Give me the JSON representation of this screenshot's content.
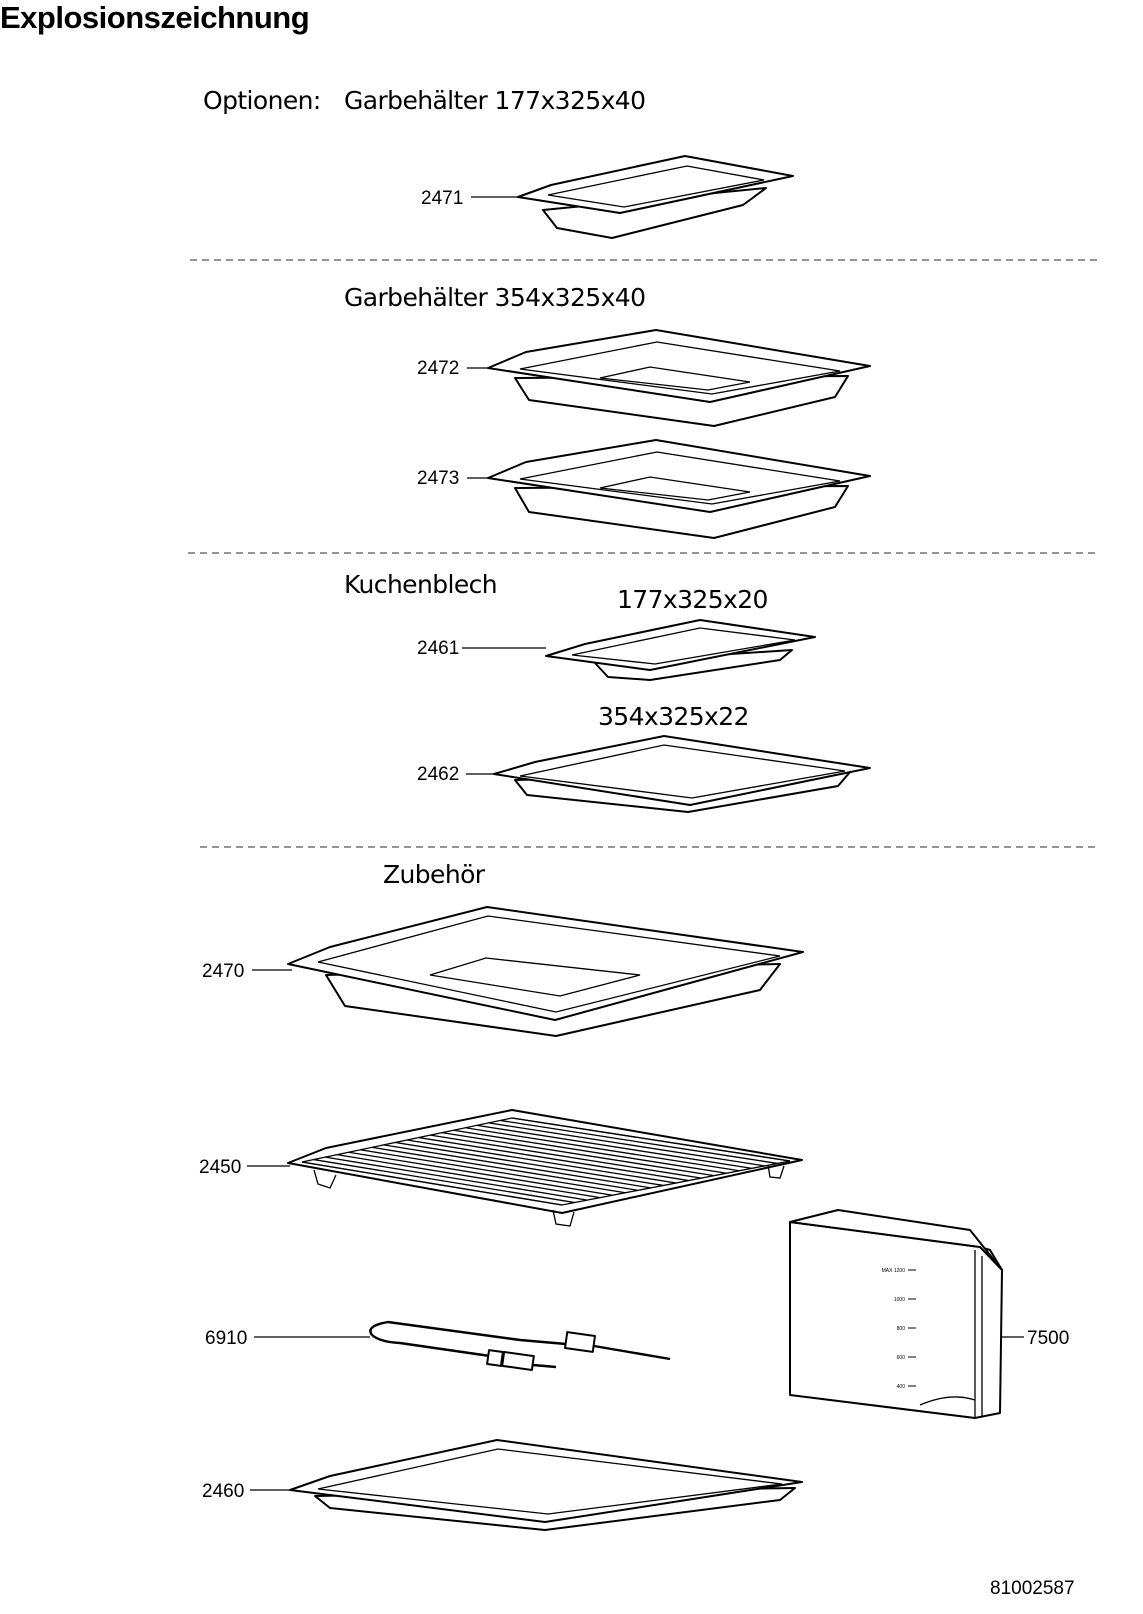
{
  "page": {
    "title": "Explosionszeichnung",
    "drawing_number": "81002587"
  },
  "sections": {
    "optionen_label": "Optionen:",
    "garbehaelter_1": "Garbehälter 177x325x40",
    "garbehaelter_2": "Garbehälter 354x325x40",
    "kuchenblech": "Kuchenblech",
    "kuchenblech_size_1": "177x325x20",
    "kuchenblech_size_2": "354x325x22",
    "zubehoer": "Zubehör"
  },
  "parts": [
    {
      "id": "2471"
    },
    {
      "id": "2472"
    },
    {
      "id": "2473"
    },
    {
      "id": "2461"
    },
    {
      "id": "2462"
    },
    {
      "id": "2470"
    },
    {
      "id": "2450"
    },
    {
      "id": "6910"
    },
    {
      "id": "7500"
    },
    {
      "id": "2460"
    }
  ],
  "jug_scale": [
    "MAX 1200",
    "1000",
    "800",
    "600",
    "400"
  ]
}
